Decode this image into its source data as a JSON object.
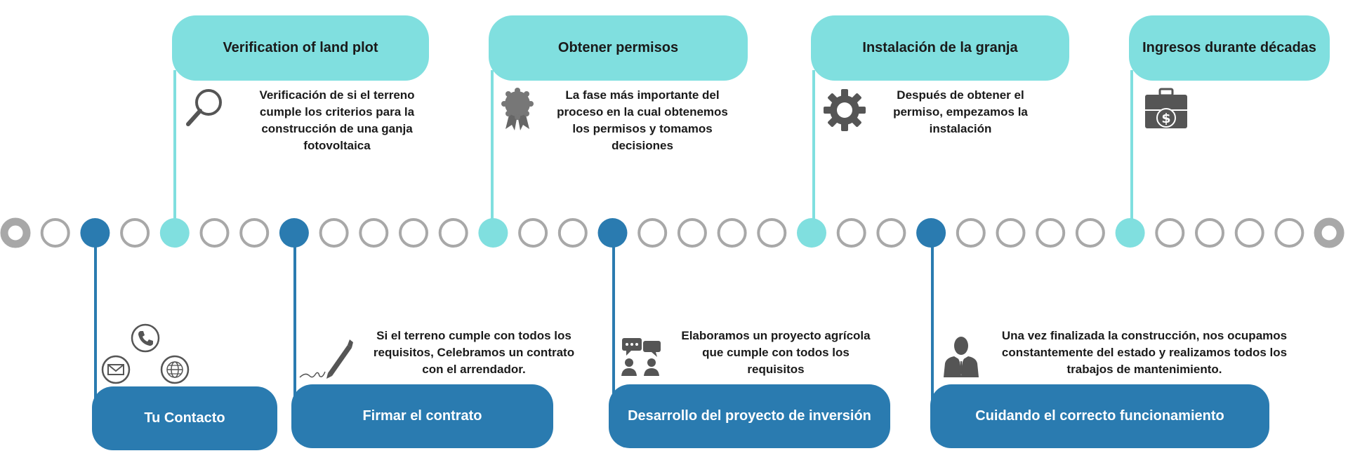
{
  "colors": {
    "teal": "#80dfdf",
    "blue": "#2a7bb0",
    "gray": "#a8a8a8",
    "icon": "#555555"
  },
  "top_steps": [
    {
      "title": "Verification of land plot",
      "desc_lines": [
        "Verificación de si el terreno",
        "cumple los criterios para la",
        "construcción de una ganja",
        "fotovoltaica"
      ],
      "icon": "magnifier-icon"
    },
    {
      "title": "Obtener permisos",
      "desc_lines": [
        "La fase más importante del",
        "proceso en la cual obtenemos",
        "los permisos y tomamos",
        "decisiones"
      ],
      "icon": "award-badge-icon"
    },
    {
      "title": "Instalación de la granja",
      "desc_lines": [
        "Después de obtener el",
        "permiso, empezamos la",
        "instalación"
      ],
      "icon": "gear-icon"
    },
    {
      "title": "Ingresos durante décadas",
      "desc_lines": [],
      "icon": "briefcase-money-icon"
    }
  ],
  "bottom_steps": [
    {
      "title": "Tu Contacto",
      "desc_lines": [],
      "icon": "contact-icons"
    },
    {
      "title": "Firmar el contrato",
      "desc_lines": [
        "Si el terreno cumple con todos los",
        "requisitos, Celebramos un contrato",
        "con el arrendador."
      ],
      "icon": "pen-signature-icon"
    },
    {
      "title": "Desarrollo del proyecto de inversión",
      "desc_lines": [
        "Elaboramos un proyecto agrícola",
        "que cumple con todos los",
        "requisitos"
      ],
      "icon": "chat-people-icon"
    },
    {
      "title": "Cuidando el correcto funcionamiento",
      "desc_lines": [
        "Una vez finalizada la construcción, nos ocupamos",
        "constantemente del estado y realizamos todos los",
        "trabajos de mantenimiento."
      ],
      "icon": "businessman-icon"
    }
  ],
  "timeline": {
    "nodes": [
      "end",
      "empty",
      "blue",
      "empty",
      "teal",
      "empty",
      "empty",
      "blue",
      "empty",
      "empty",
      "empty",
      "empty",
      "teal",
      "empty",
      "empty",
      "blue",
      "empty",
      "empty",
      "empty",
      "empty",
      "teal",
      "empty",
      "empty",
      "blue",
      "empty",
      "empty",
      "empty",
      "empty",
      "teal",
      "empty",
      "empty",
      "empty",
      "empty",
      "end"
    ]
  }
}
